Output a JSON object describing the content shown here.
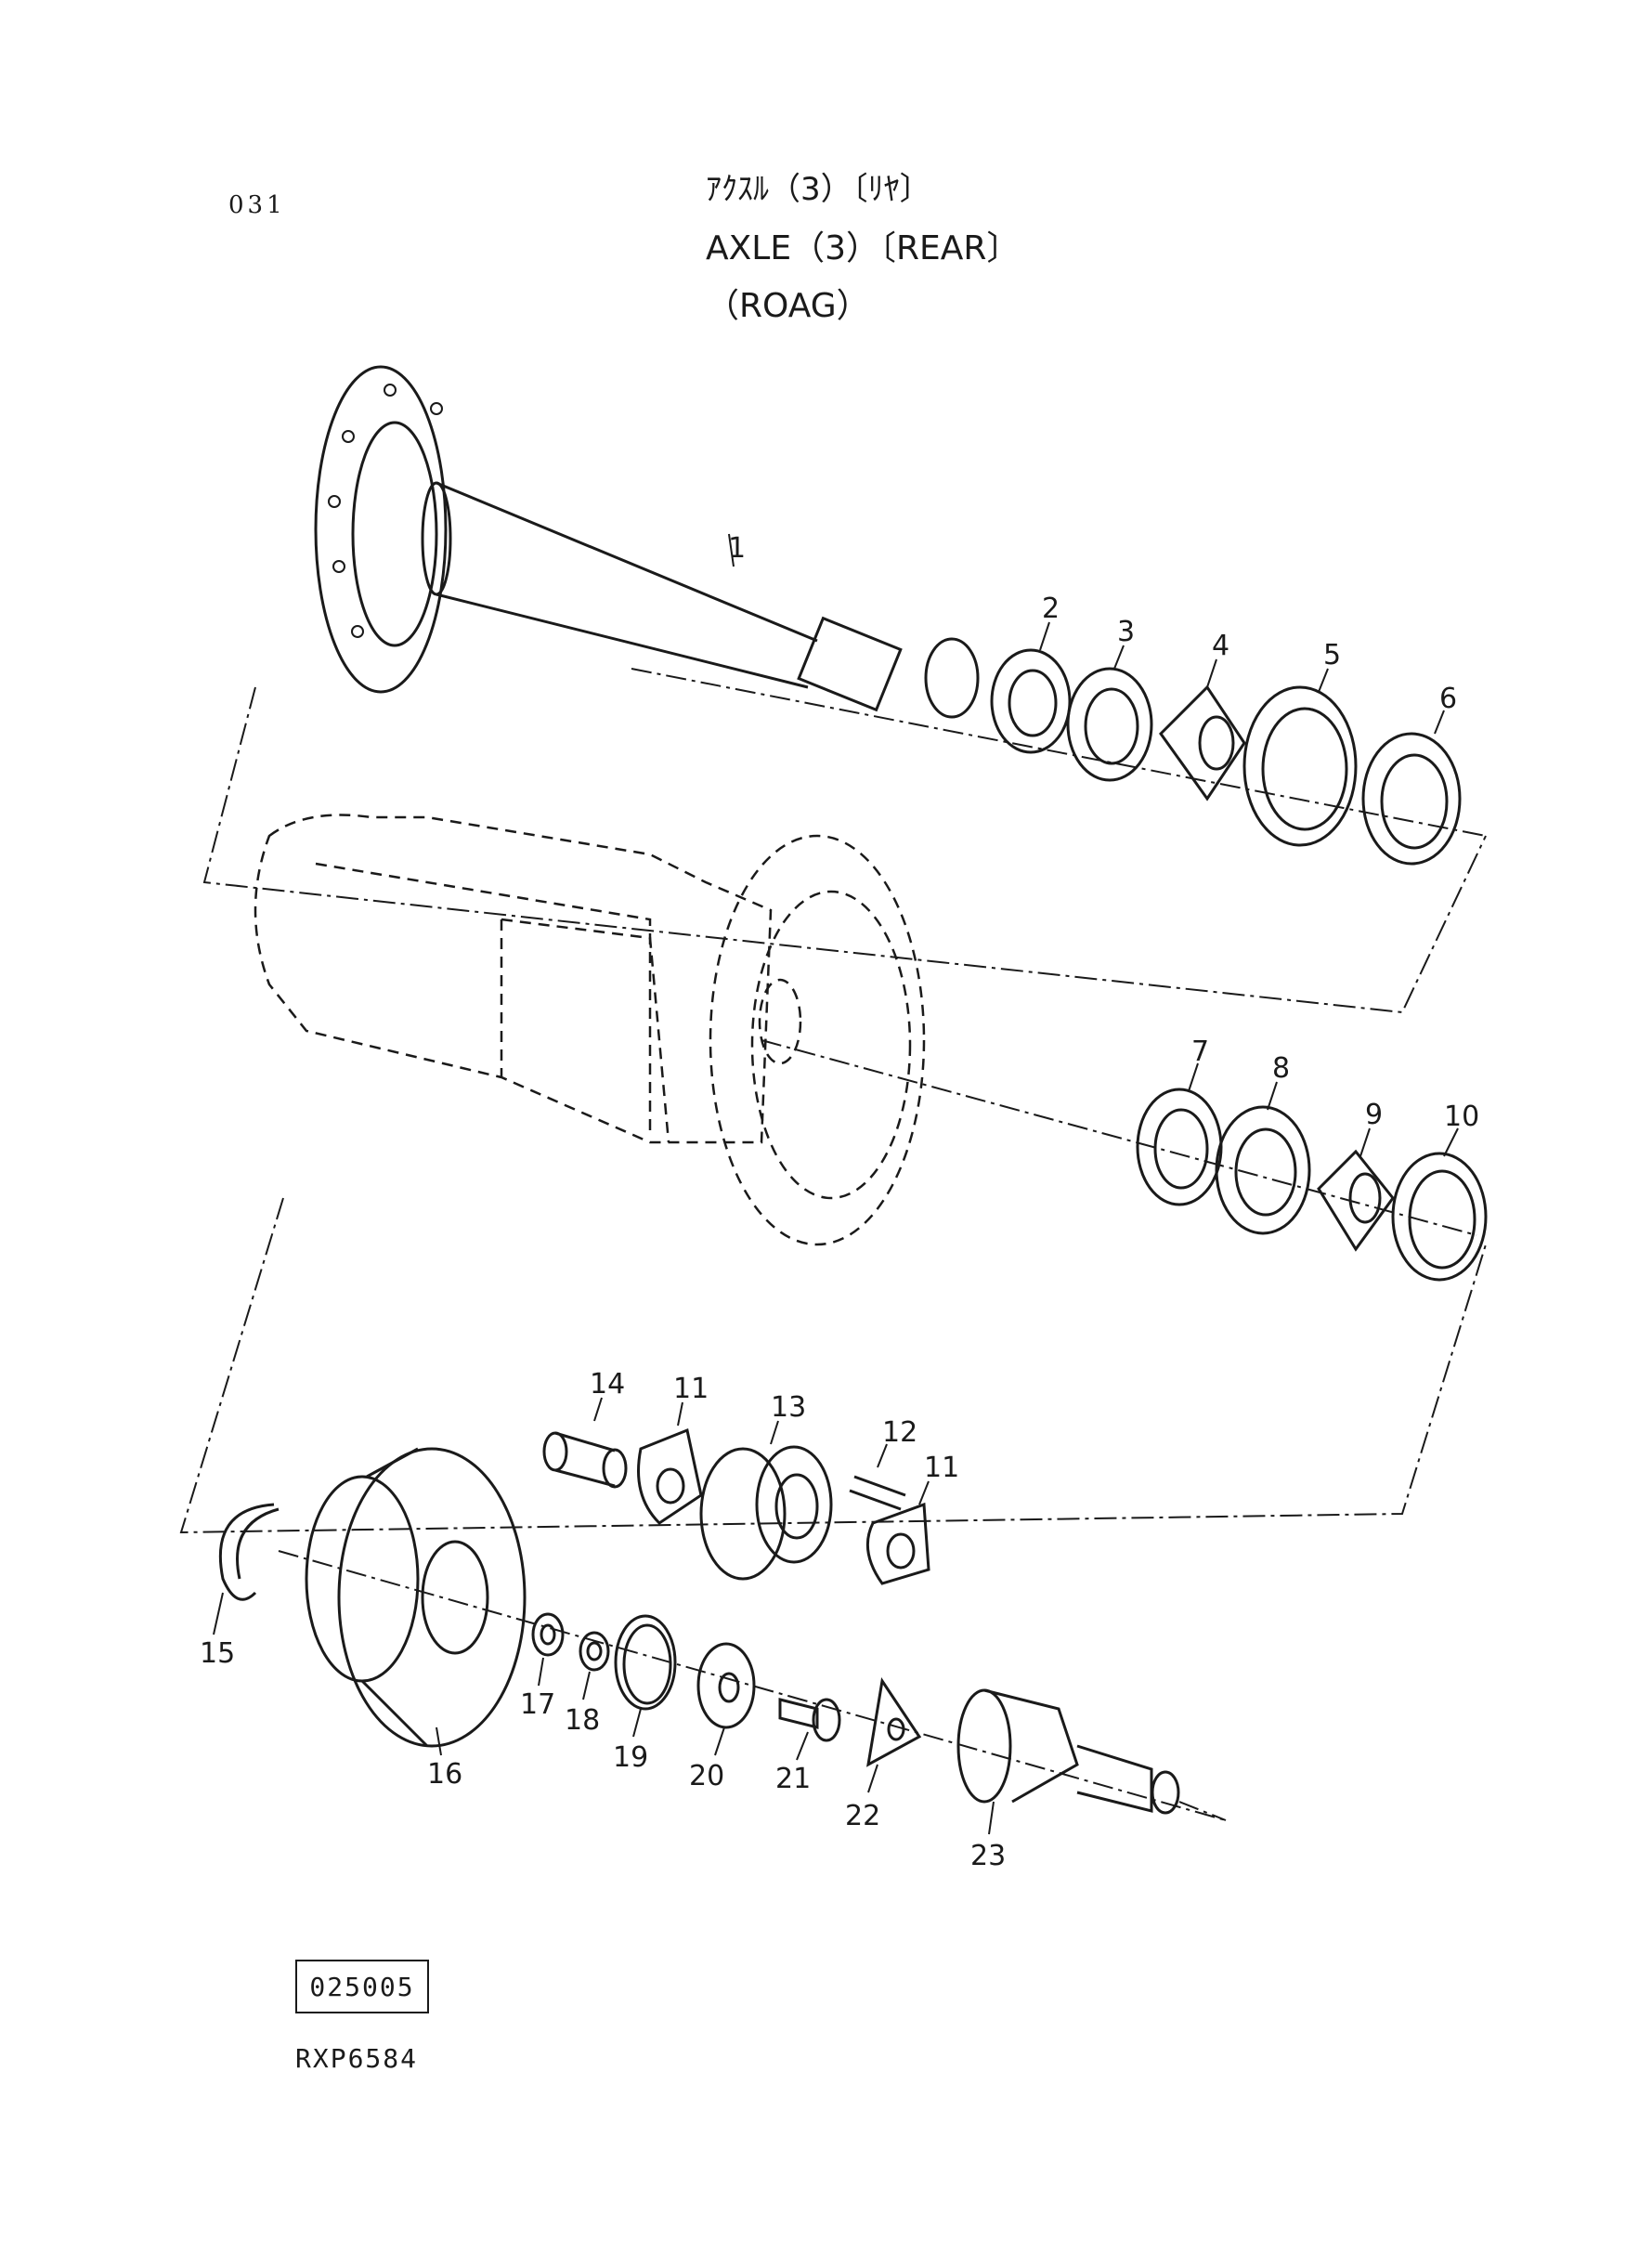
{
  "header": {
    "page_number": "031",
    "title_jp": "ｱｸｽﾙ（3）〔ﾘﾔ〕",
    "title_en": "AXLE（3）〔REAR〕",
    "model_code": "（ROAG）"
  },
  "footer": {
    "reference_code": "025005",
    "drawing_number": "RXP6584"
  },
  "callouts": [
    "1",
    "2",
    "3",
    "4",
    "5",
    "6",
    "7",
    "8",
    "9",
    "10",
    "11",
    "12",
    "13",
    "14",
    "15",
    "16",
    "17",
    "18",
    "19",
    "20",
    "21",
    "22",
    "23"
  ],
  "colors": {
    "ink": "#1a1a1a",
    "paper": "#ffffff"
  }
}
